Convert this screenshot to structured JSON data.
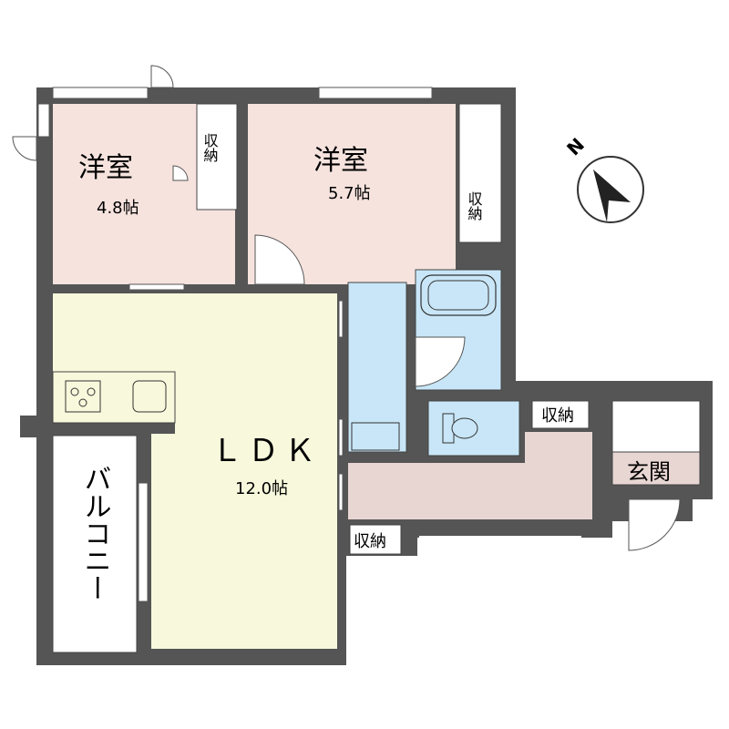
{
  "north": {
    "label": "N"
  },
  "rooms": {
    "western_room_1": {
      "name": "洋室",
      "size": "4.8帖"
    },
    "western_room_2": {
      "name": "洋室",
      "size": "5.7帖"
    },
    "ldk": {
      "name": "ＬＤＫ",
      "size": "12.0帖"
    },
    "balcony": {
      "name": "バルコニー"
    },
    "entrance": {
      "name": "玄関"
    }
  },
  "storage": {
    "closet_room1": "収納",
    "closet_room2": "収納",
    "closet_hall": "収納",
    "closet_ldk": "収納"
  },
  "colors": {
    "wall": "#555555",
    "western_room": "#f6e3de",
    "ldk": "#f8f8dc",
    "water_area": "#c8e6f7",
    "hallway": "#e8d6d3",
    "storage": "#ffffff",
    "balcony": "#ffffff"
  }
}
